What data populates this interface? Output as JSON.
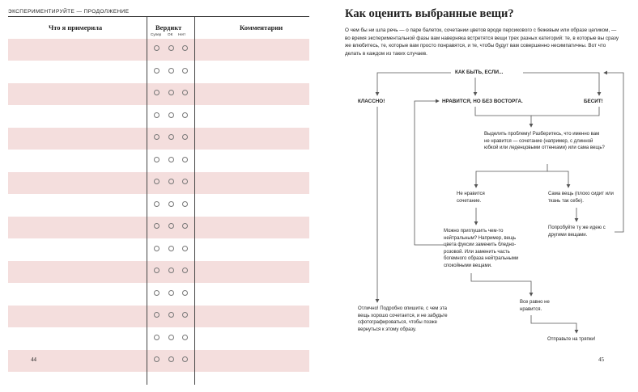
{
  "left_page": {
    "section_label": "ЭКСПЕРИМЕНТИРУЙТЕ — ПРОДОЛЖЕНИЕ",
    "columns": {
      "tried": "Что я примерила",
      "verdict": "Вердикт",
      "comments": "Комментарии"
    },
    "verdict_options": [
      "Супер",
      "ОК",
      "Нет!"
    ],
    "row_count": 15,
    "page_number": "44"
  },
  "right_page": {
    "title": "Как оценить выбранные вещи?",
    "intro": "О чем бы ни шла речь — о паре балеток, сочетании цветов вроде персикового с бежевым или образе целиком, — во время экспериментальной фазы вам наверняка встретятся вещи трех разных категорий: те, в которые вы сразу же влюбитесь, те, которые вам просто понравятся, и те, чтобы будут вам совершенно несимпатичны. Вот что делать в каждом из таких случаев.",
    "flow": {
      "start": "КАК БЫТЬ, ЕСЛИ...",
      "great": "КЛАССНО!",
      "like": "НРАВИТСЯ, НО БЕЗ ВОСТОРГА.",
      "hate": "БЕСИТ!",
      "identify": "Выделить проблему! Разберитесь, что именно вам не нравится — сочетание (например, с длинной юбкой или леденцовыми оттенками) или сама вещь?",
      "combo": "Не нравится сочетание.",
      "item": "Сама вещь (плохо сидит или ткань так себе).",
      "neutral": "Можно приглушить чем-то нейтральным? Например, вещь цвета фуксии заменить бледно-розовой. Или заменить часть богемного образа нейтральными спокойными вещами.",
      "try_other": "Попробуйте ту же идею с другими вещами.",
      "still": "Все равно не нравится.",
      "great_action": "Отлично! Подробно опишите, с чем эта вещь хорошо сочетается, и не забудьте сфотографироваться, чтобы позже вернуться к этому образу.",
      "rags": "Отправьте на тряпки!"
    },
    "page_number": "45"
  }
}
